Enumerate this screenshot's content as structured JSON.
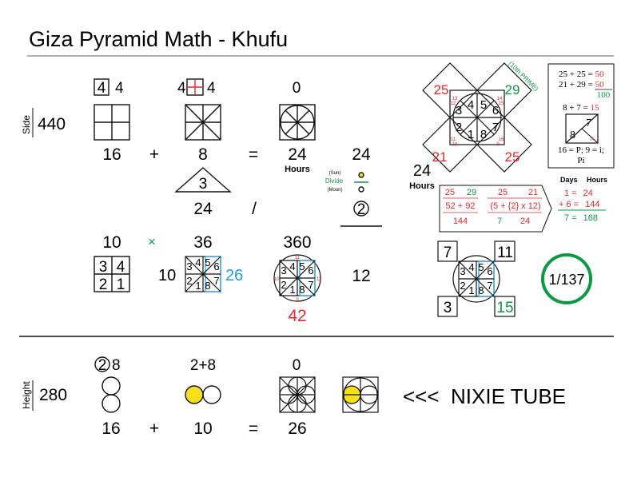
{
  "title": "Giza Pyramid Math - Khufu",
  "colors": {
    "red": "#e8262b",
    "green": "#0a9a44",
    "cyan": "#1aa0e0",
    "yellow": "#f5e11a",
    "ink": "#111111"
  },
  "side": {
    "label": "Side",
    "value": "440",
    "row1": {
      "n4_box": "4",
      "n4": "4",
      "n4b_left": "4",
      "n4b_right": "4",
      "zero": "0",
      "v16": "16",
      "plus": "+",
      "v8": "8",
      "eq": "=",
      "v24": "24",
      "hours": "Hours",
      "v24b": "24",
      "sun": "(Sun)",
      "divide": "Divide",
      "moon": "(Moon)",
      "tri3": "3",
      "v24c": "24",
      "slash": "/",
      "circled2": "2"
    },
    "row2": {
      "v10": "10",
      "times": "×",
      "v36": "36",
      "v360": "360",
      "grid": [
        "3",
        "4",
        "2",
        "1"
      ],
      "v10b": "10",
      "v26": "26",
      "wheel": [
        "3",
        "4",
        "5",
        "6",
        "2",
        "1",
        "8",
        "7"
      ],
      "marks": {
        "top": "11",
        "left": "10",
        "right": "12",
        "bottom": "9"
      },
      "v42": "42",
      "v12": "12"
    },
    "cross": {
      "tl": "25",
      "tr": "29",
      "bl": "21",
      "br": "25",
      "prime": "(10th PRIME)",
      "small": {
        "tl_a": "13",
        "tl_b": "12",
        "tr_a": "14",
        "tr_b": "15",
        "bl_a": "11",
        "bl_b": "10",
        "br_a": "16",
        "br_b": "9"
      },
      "wheel": [
        "3",
        "4",
        "5",
        "6",
        "2",
        "1",
        "8",
        "7"
      ],
      "v24": "24",
      "hours": "Hours"
    },
    "eqbox": {
      "l1a": "25 + 25 =",
      "l1b": "50",
      "l2a": "21 + 29 =",
      "l2b": "50",
      "l3": "100",
      "l4a": "8 + 7 =",
      "l4b": "15",
      "tri": [
        "7",
        "8",
        "16"
      ],
      "l5": "16 = P; 9 = i;",
      "l6": "Pi"
    },
    "daysHours": {
      "h_days": "Days",
      "h_hours": "Hours",
      "r1": "1 =",
      "r1b": "24",
      "r2": "+ 6 =",
      "r2b": "144",
      "r3": "7 =",
      "r3b": "168"
    },
    "arrowbox": {
      "a1": "25",
      "a2": "29",
      "a3": "25",
      "a4": "21",
      "b1": "52 + 92",
      "b2": "(5 + {2} x 12)",
      "c1": "144",
      "c2": "7",
      "c3": "24"
    },
    "fine": {
      "b7": "7",
      "b11": "11",
      "b3": "3",
      "b15": "15",
      "fine": "1/137",
      "wheel": [
        "3",
        "4",
        "5",
        "6",
        "2",
        "1",
        "8",
        "7"
      ]
    }
  },
  "height": {
    "label": "Height",
    "value": "280",
    "c2": "2",
    "c8": "8",
    "two_plus_8": "2+8",
    "zero": "0",
    "v16": "16",
    "plus": "+",
    "v10": "10",
    "eq": "=",
    "v26": "26",
    "nixie": "<<<  NIXIE TUBE"
  }
}
